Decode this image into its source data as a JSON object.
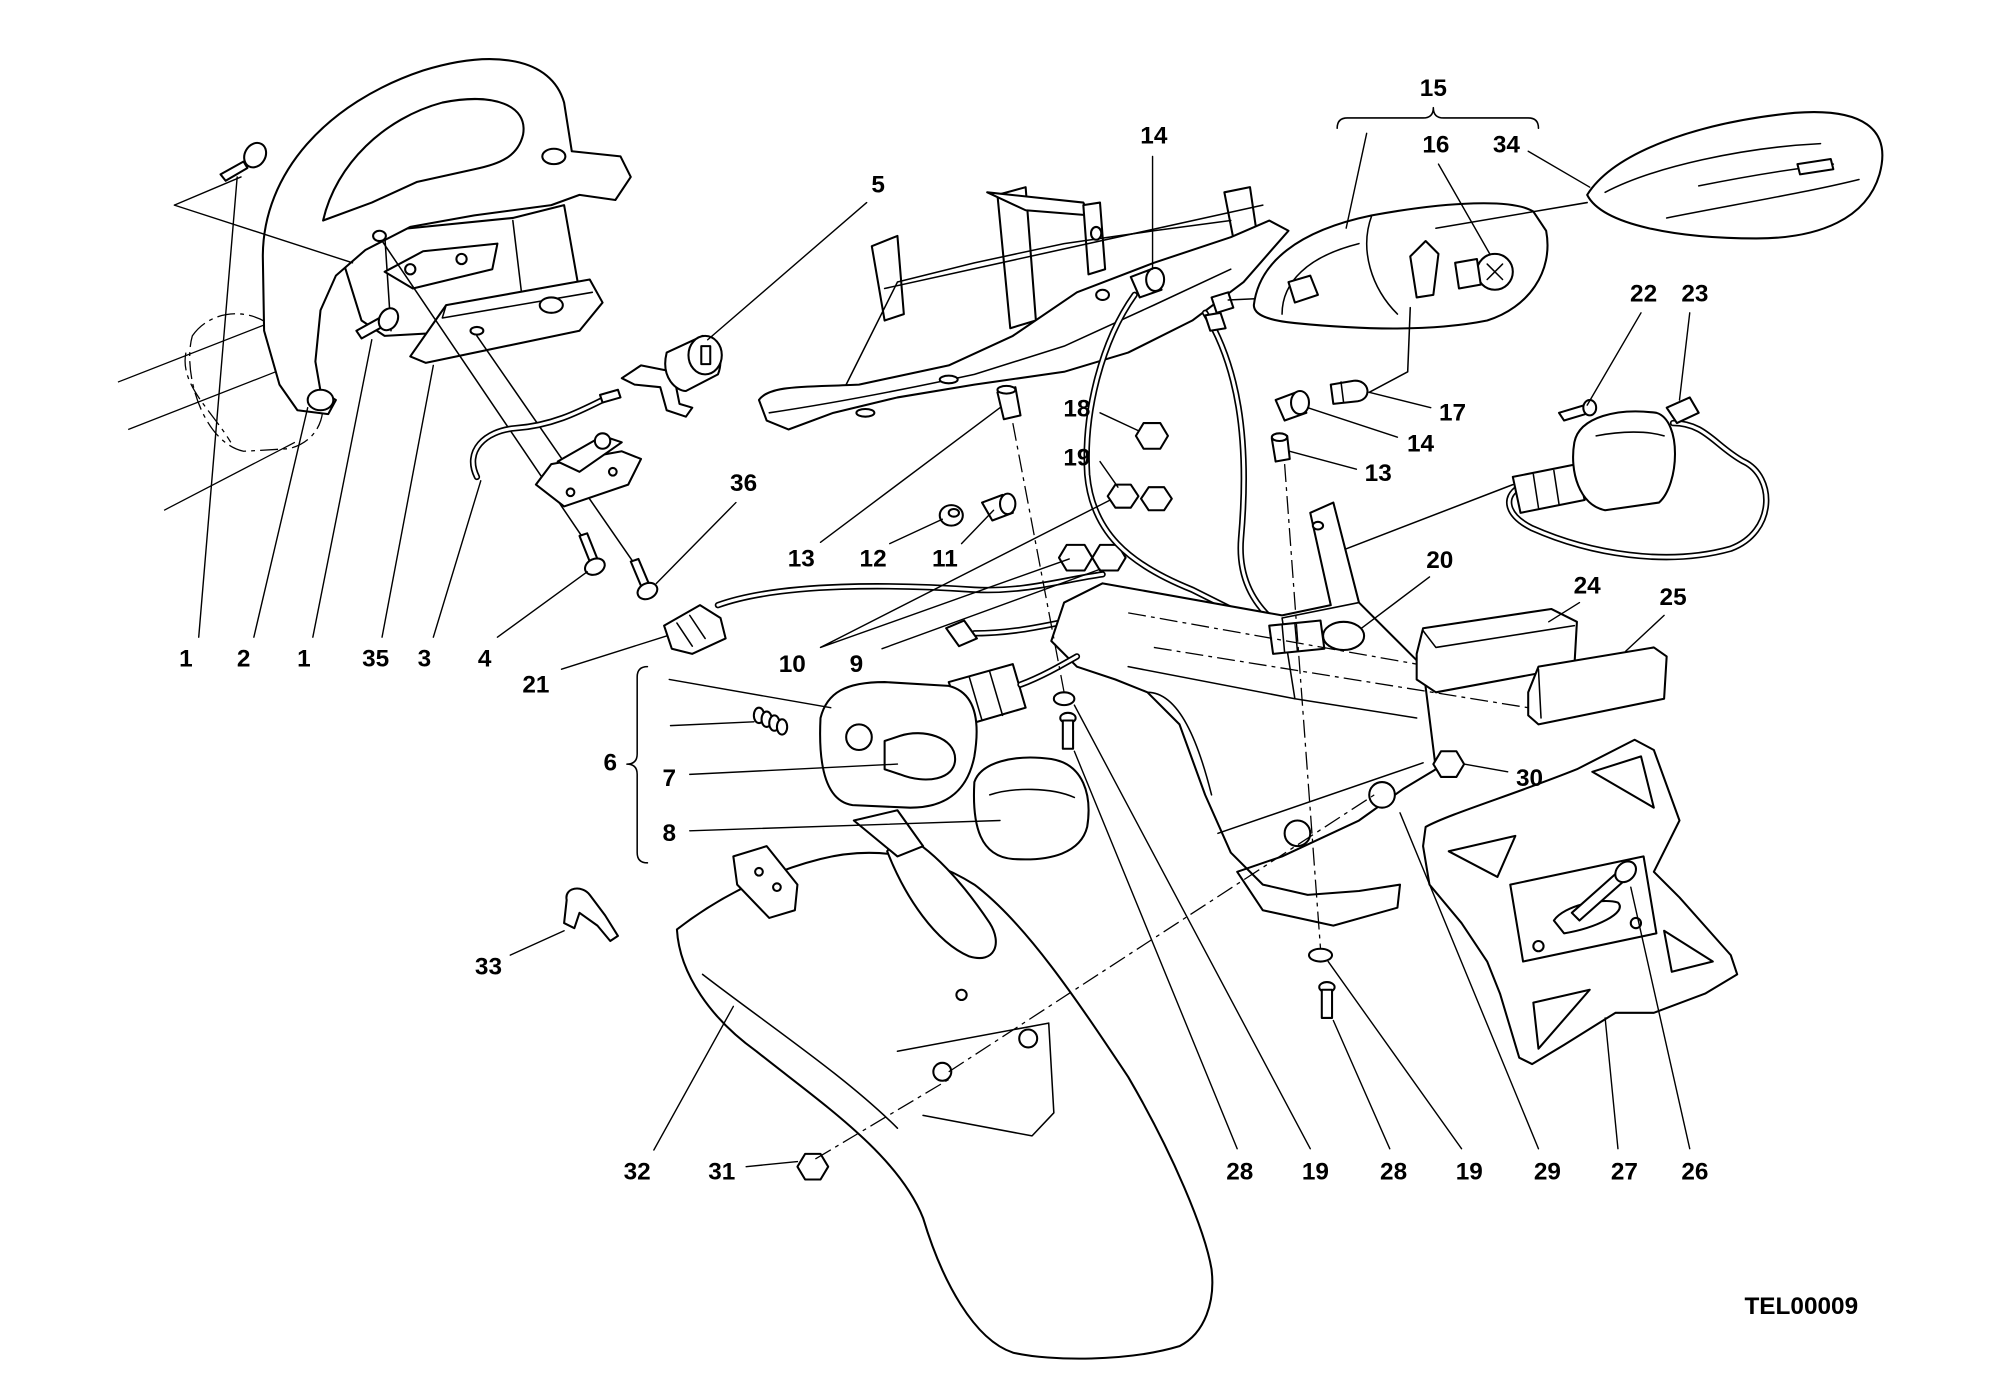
{
  "diagram": {
    "callouts": [
      "1",
      "2",
      "1",
      "35",
      "3",
      "4",
      "21",
      "36",
      "5",
      "13",
      "12",
      "11",
      "14",
      "15",
      "16",
      "34",
      "18",
      "19",
      "17",
      "14",
      "13",
      "22",
      "23",
      "20",
      "24",
      "25",
      "10",
      "9",
      "6",
      "7",
      "8",
      "30",
      "33",
      "32",
      "31",
      "28",
      "19",
      "28",
      "19",
      "29",
      "27",
      "26"
    ],
    "drawing_code": "TEL00009"
  }
}
